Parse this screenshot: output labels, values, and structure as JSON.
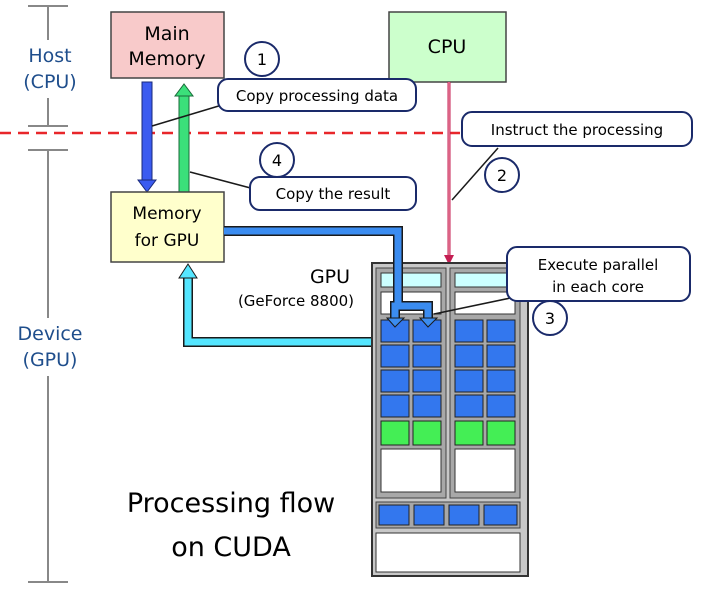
{
  "side": {
    "host_line1": "Host",
    "host_line2": "(CPU)",
    "device_line1": "Device",
    "device_line2": "(GPU)"
  },
  "boxes": {
    "main_memory_line1": "Main",
    "main_memory_line2": "Memory",
    "cpu": "CPU",
    "gpu_memory_line1": "Memory",
    "gpu_memory_line2": "for GPU",
    "gpu_title": "GPU",
    "gpu_model": "(GeForce 8800)"
  },
  "callouts": {
    "step1_number": "1",
    "step1_text": "Copy processing data",
    "step2_number": "2",
    "step2_text": "Instruct the processing",
    "step3_number": "3",
    "step3_text_line1": "Execute parallel",
    "step3_text_line2": "in each core",
    "step4_number": "4",
    "step4_text": "Copy the result"
  },
  "caption": {
    "line1": "Processing flow",
    "line2": "on CUDA"
  },
  "colors": {
    "main_memory_fill": "#f8caca",
    "cpu_fill": "#ccffcc",
    "gpu_memory_fill": "#ffffcc",
    "host_device_divider": "#e8262a",
    "copy_arrow_blue": "#3b5bf0",
    "result_arrow_green": "#3be07a",
    "return_pipe_cyan": "#55e6ff",
    "core_blue": "#3377ee",
    "core_green": "#44ee55",
    "gpu_body": "#c8c8c8",
    "side_text_blue": "#1f4e8c",
    "instruct_line": "#c41e52"
  }
}
